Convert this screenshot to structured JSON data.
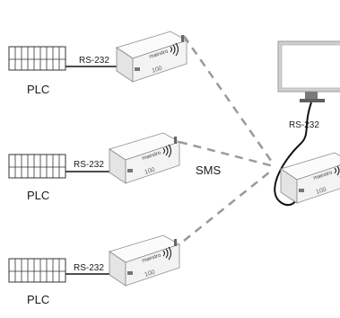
{
  "plcs": [
    {
      "label": "PLC",
      "link_label": "RS-232"
    },
    {
      "label": "PLC",
      "link_label": "RS-232"
    },
    {
      "label": "PLC",
      "link_label": "RS-232"
    }
  ],
  "modem": {
    "brand": "maestro",
    "model": "100"
  },
  "network": {
    "label": "SMS"
  },
  "server": {
    "link_label": "RS-232"
  },
  "colors": {
    "line": "#111111",
    "dash": "#9a9a9a",
    "device": "#f6f6f6",
    "device_stroke": "#8a8a8a",
    "monitor_frame": "#c9c9c9",
    "monitor_screen": "#ffffff",
    "stand": "#6b6b6b"
  }
}
